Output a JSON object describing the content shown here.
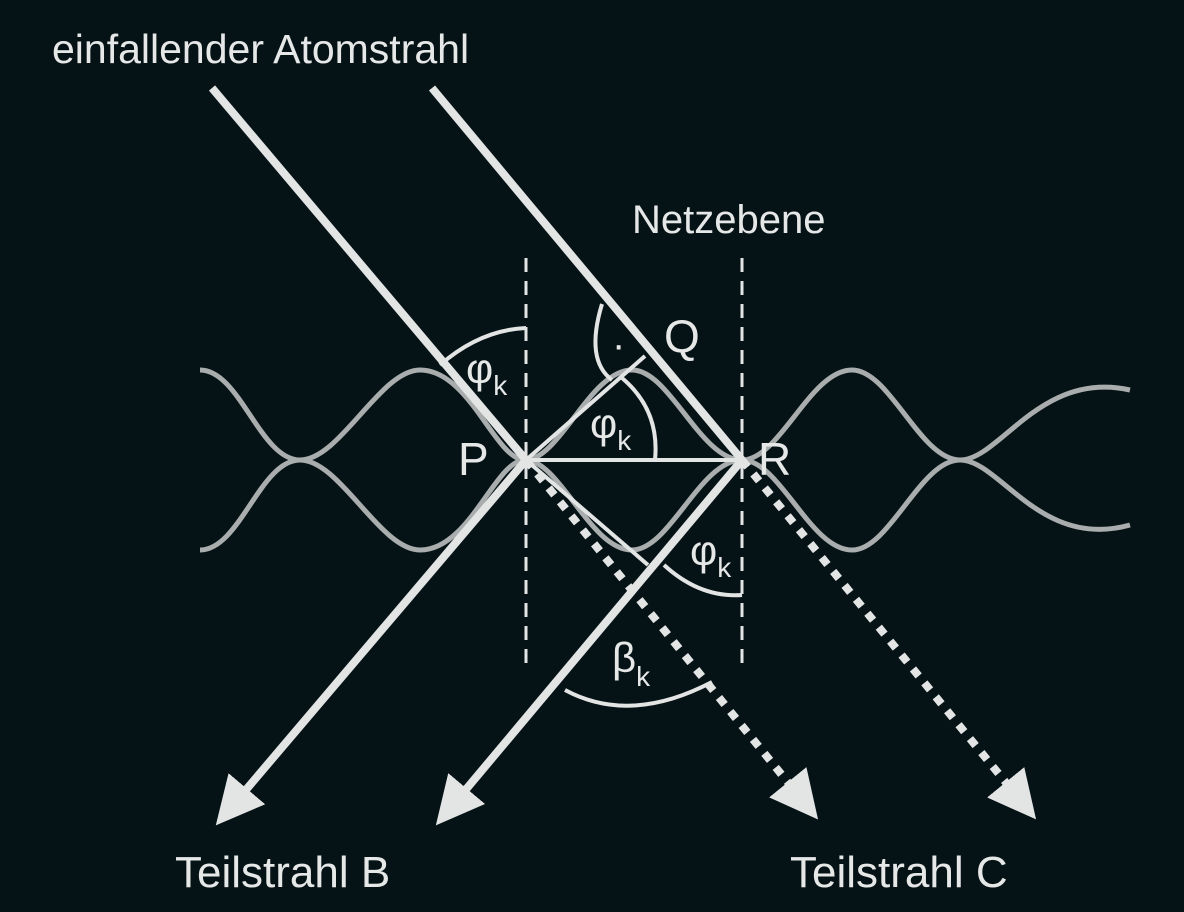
{
  "labels": {
    "incoming_beam": "einfallender Atomstrahl",
    "lattice_plane": "Netzebene",
    "point_p": "P",
    "point_q": "Q",
    "point_r": "R",
    "right_angle_dot": "·",
    "beam_b": "Teilstrahl B",
    "beam_c": "Teilstrahl C",
    "angle_phi": "φ",
    "angle_beta": "β",
    "subscript": "k"
  },
  "colors": {
    "background": "#061316",
    "line": "#e3e5e5",
    "wave": "#a9adad",
    "text": "#e6e8e8"
  }
}
